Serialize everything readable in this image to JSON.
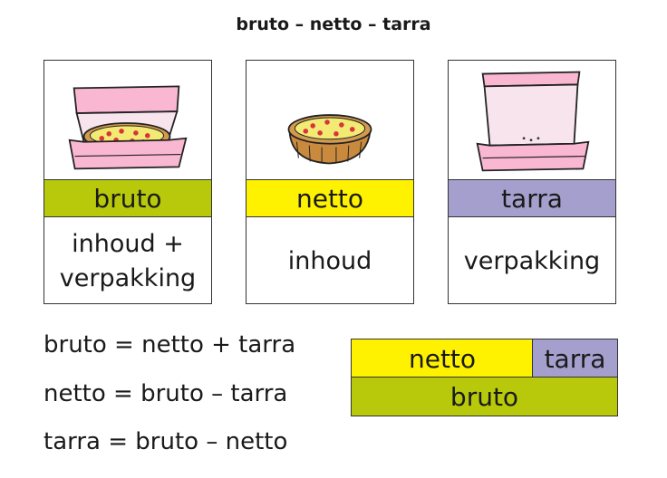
{
  "title": "bruto – netto – tarra",
  "colors": {
    "bruto": "#b7c90a",
    "netto": "#fff200",
    "tarra": "#a49fcd",
    "box": "#f9b7d2"
  },
  "cards": [
    {
      "label": "bruto",
      "desc_line1": "inhoud +",
      "desc_line2": "verpakking",
      "image": "pizza-in-box"
    },
    {
      "label": "netto",
      "desc_line1": "inhoud",
      "image": "pizza"
    },
    {
      "label": "tarra",
      "desc_line1": "verpakking",
      "image": "empty-box"
    }
  ],
  "formulas": [
    "bruto = netto + tarra",
    "netto = bruto – tarra",
    "tarra = bruto – netto"
  ],
  "diagram": {
    "netto": "netto",
    "tarra": "tarra",
    "bruto": "bruto"
  }
}
